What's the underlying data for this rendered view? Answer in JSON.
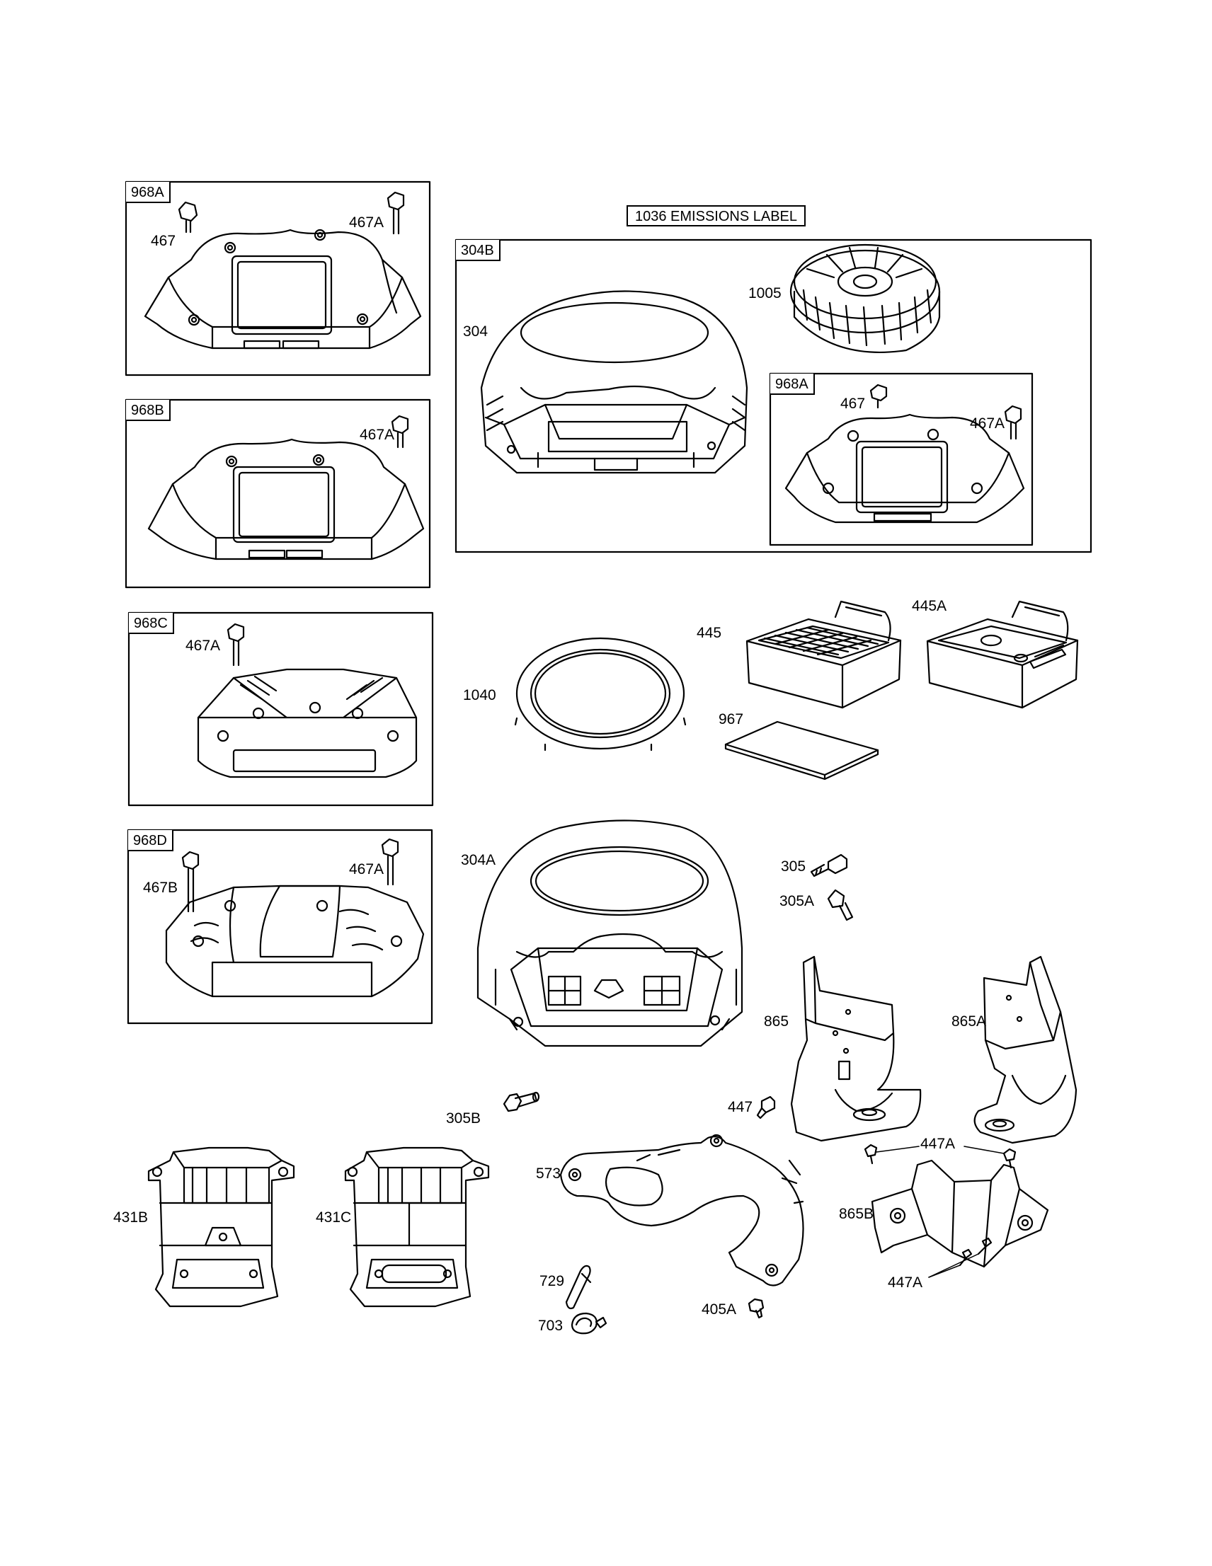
{
  "header": {
    "emissions_label": "1036 EMISSIONS LABEL"
  },
  "kits": {
    "k968A_top": "968A",
    "k968B": "968B",
    "k968C": "968C",
    "k968D": "968D",
    "k304B": "304B",
    "k968A_inner": "968A"
  },
  "callouts": {
    "c467_a": "467",
    "c467A_a": "467A",
    "c467A_b": "467A",
    "c467A_c": "467A",
    "c467B": "467B",
    "c467A_d": "467A",
    "c304": "304",
    "c1005": "1005",
    "c467_b": "467",
    "c467A_e": "467A",
    "c445": "445",
    "c445A": "445A",
    "c1040": "1040",
    "c967": "967",
    "c304A": "304A",
    "c305": "305",
    "c305A": "305A",
    "c865": "865",
    "c865A": "865A",
    "c305B": "305B",
    "c447": "447",
    "c447A_a": "447A",
    "c573": "573",
    "c431B": "431B",
    "c431C": "431C",
    "c865B": "865B",
    "c447A_b": "447A",
    "c729": "729",
    "c703": "703",
    "c405A": "405A"
  }
}
